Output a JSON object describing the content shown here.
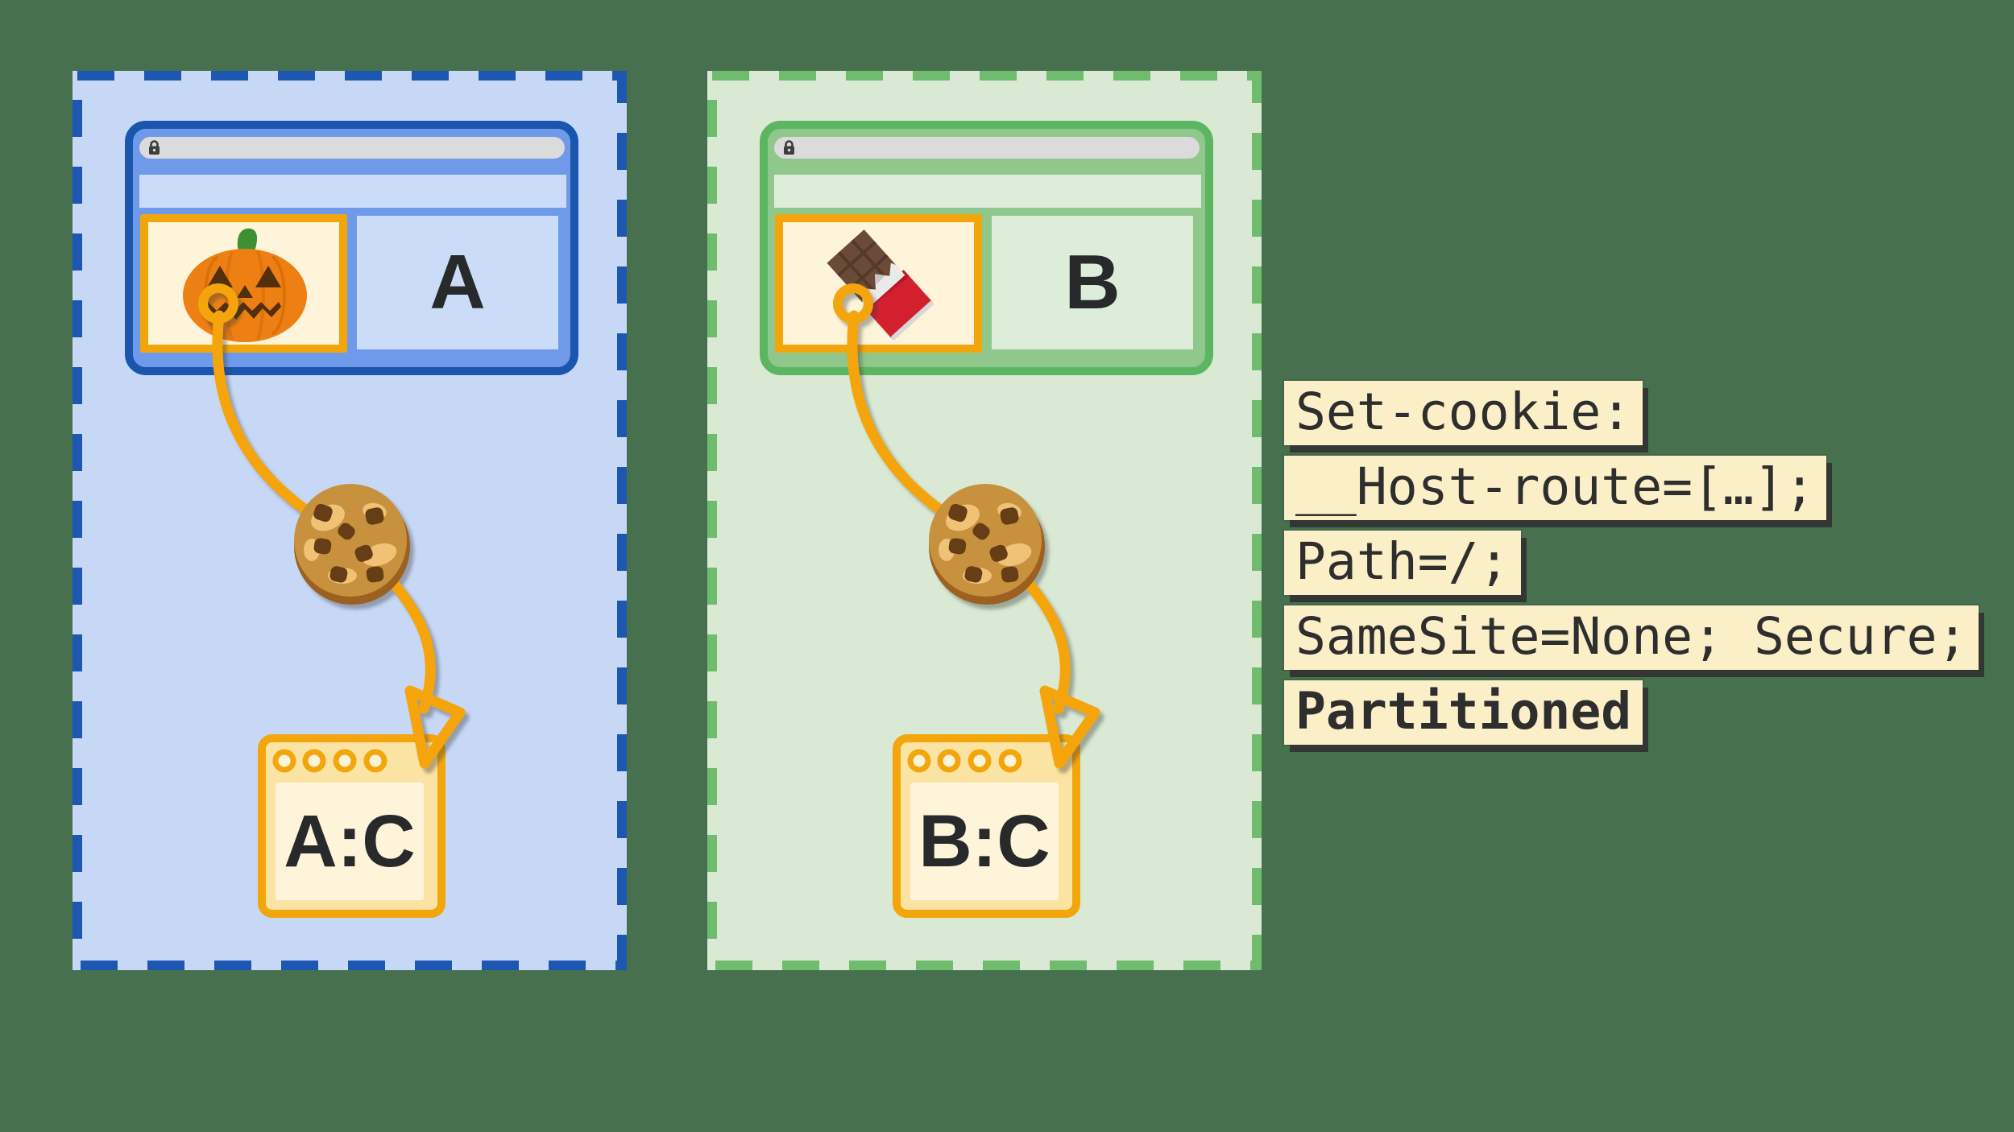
{
  "diagram_title": "partitioned-cookies-chips",
  "colors": {
    "page_background": "#47704E",
    "gold_string": "#F5A50B",
    "iframe_border": "#F2A60C",
    "iframe_background": "#FDF4D9",
    "jar_fill": "#FBE4A3",
    "code_box_background": "#FAEFC7",
    "code_text": "#2E2E2E",
    "site_a": {
      "dash": "#1E57B1",
      "panel": "#C7D8F6",
      "window_border": "#1A55AE",
      "window_fill": "#6E9AE9",
      "row": "#CBDCF9"
    },
    "site_b": {
      "dash": "#6FBC6F",
      "panel": "#D9E9D3",
      "window_border": "#5CB661",
      "window_fill": "#8FC78D",
      "row": "#DEEDDA"
    }
  },
  "panels": [
    {
      "site_label": "A",
      "jar_label": "A:C",
      "iframe_icon": "pumpkin-icon",
      "address_icon": "lock-icon",
      "string_icon": "cookie-icon"
    },
    {
      "site_label": "B",
      "jar_label": "B:C",
      "iframe_icon": "chocolate-bar-icon",
      "address_icon": "lock-icon",
      "string_icon": "cookie-icon"
    }
  ],
  "code_block": {
    "lines": [
      {
        "text": "Set-cookie:",
        "bold": false
      },
      {
        "text": "__Host-route=[…];",
        "bold": false
      },
      {
        "text": "Path=/;",
        "bold": false
      },
      {
        "text": "SameSite=None; Secure;",
        "bold": false
      },
      {
        "text": "Partitioned",
        "bold": true
      }
    ]
  }
}
